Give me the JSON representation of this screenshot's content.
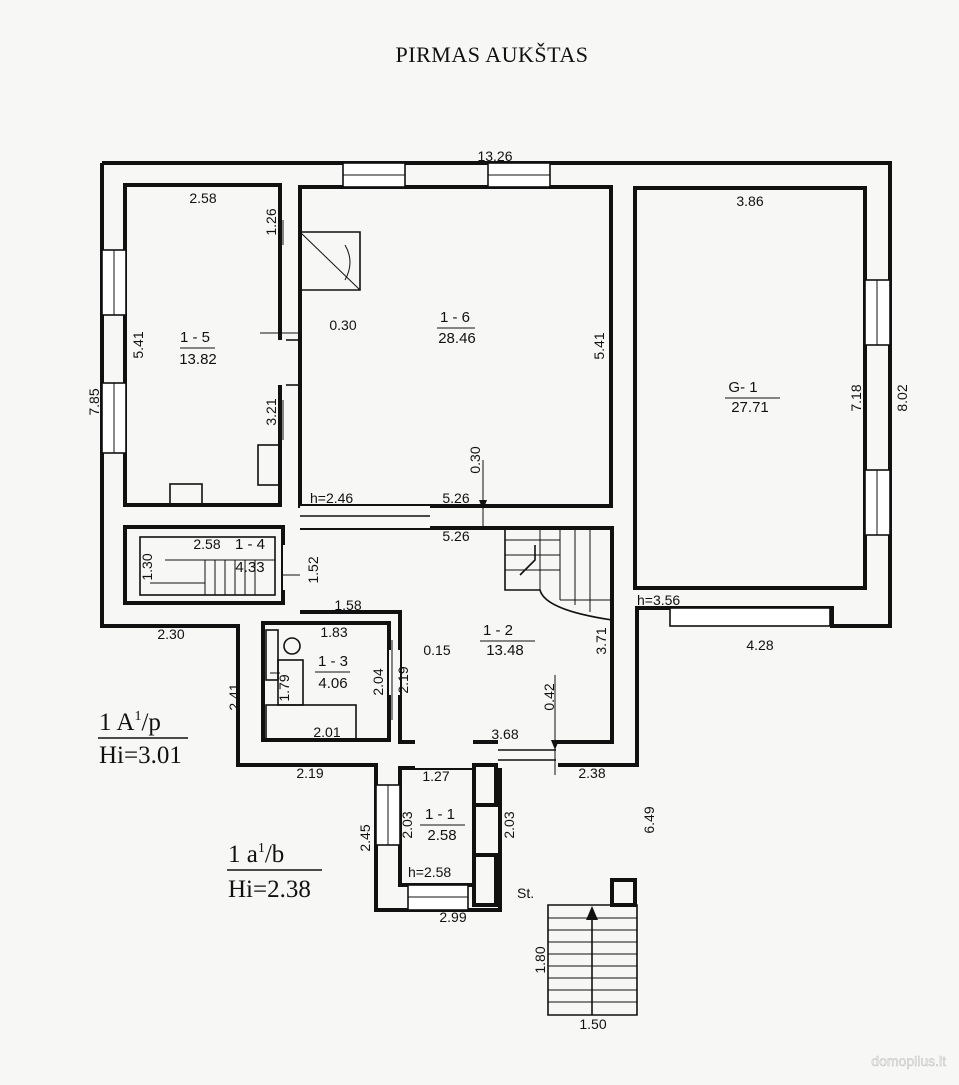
{
  "title": "PIRMAS AUKŠTAS",
  "rooms": {
    "r15": {
      "id": "1 - 5",
      "area": "13.82"
    },
    "r16": {
      "id": "1 - 6",
      "area": "28.46"
    },
    "g1": {
      "id": "G- 1",
      "area": "27.71"
    },
    "r14": {
      "id": "1 - 4",
      "area": "4.33"
    },
    "r12": {
      "id": "1 - 2",
      "area": "13.48"
    },
    "r13": {
      "id": "1 - 3",
      "area": "4.06"
    },
    "r11": {
      "id": "1 - 1",
      "area": "2.58"
    }
  },
  "dims": {
    "top_total": "13.26",
    "r15_w": "2.58",
    "r15_v126": "1.26",
    "r15_h": "5.41",
    "wall030a": "0.30",
    "r15_v321": "3.21",
    "left_785": "7.85",
    "r16_h": "5.41",
    "g1_w": "3.86",
    "g1_h1": "7.18",
    "g1_h2": "8.02",
    "h246": "h=2.46",
    "wall030b": "0.30",
    "w526a": "5.26",
    "w526b": "5.26",
    "r14_w": "2.58",
    "r14_h": "1.30",
    "r14_152": "1.52",
    "w158": "1.58",
    "w230": "2.30",
    "w183": "1.83",
    "w015": "0.15",
    "v204": "2.04",
    "v219": "2.19",
    "v179": "1.79",
    "w201": "2.01",
    "v371": "3.71",
    "v042": "0.42",
    "w368": "3.68",
    "h356": "h=3.56",
    "w428": "4.28",
    "v241": "2.41",
    "w219": "2.19",
    "w127": "1.27",
    "w238": "2.38",
    "v203a": "2.03",
    "v203b": "2.03",
    "v649": "6.49",
    "v245": "2.45",
    "h258": "h=2.58",
    "w299": "2.99",
    "v180": "1.80",
    "w150": "1.50"
  },
  "labels": {
    "a1": "1 A",
    "a1_sup": "1",
    "a1_sfx": "/p",
    "hi1": "Hi=3.01",
    "a2": "1 a",
    "a2_sup": "1",
    "a2_sfx": "/b",
    "hi2": "Hi=2.38",
    "stairs": "St.",
    "watermark": "domoplius.lt"
  }
}
